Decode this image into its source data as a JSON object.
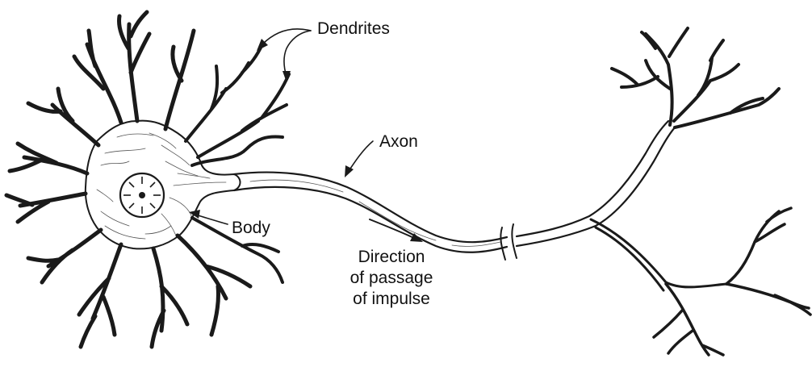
{
  "labels": {
    "dendrites": "Dendrites",
    "axon": "Axon",
    "body": "Body",
    "direction": [
      "Direction",
      "of passage",
      "of impulse"
    ]
  }
}
